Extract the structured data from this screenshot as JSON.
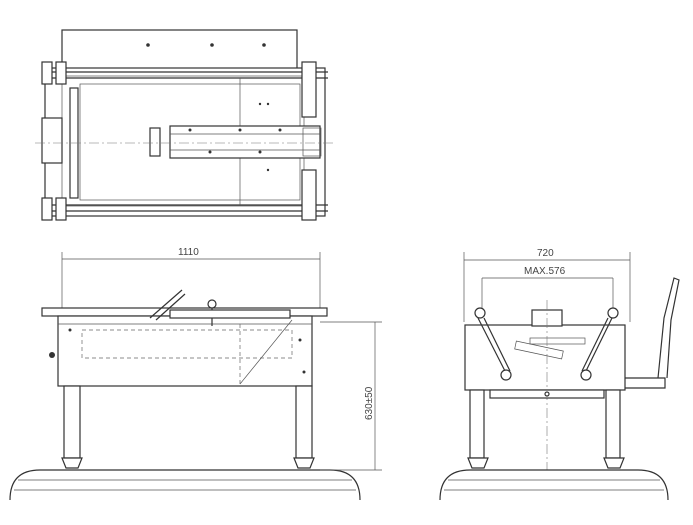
{
  "drawing": {
    "views": [
      "top-view",
      "front-view",
      "side-view"
    ],
    "dimensions": {
      "front_length": "1110",
      "height": "630±50",
      "side_width": "720",
      "max_width": "MAX.576"
    },
    "line_color": "#333333"
  }
}
